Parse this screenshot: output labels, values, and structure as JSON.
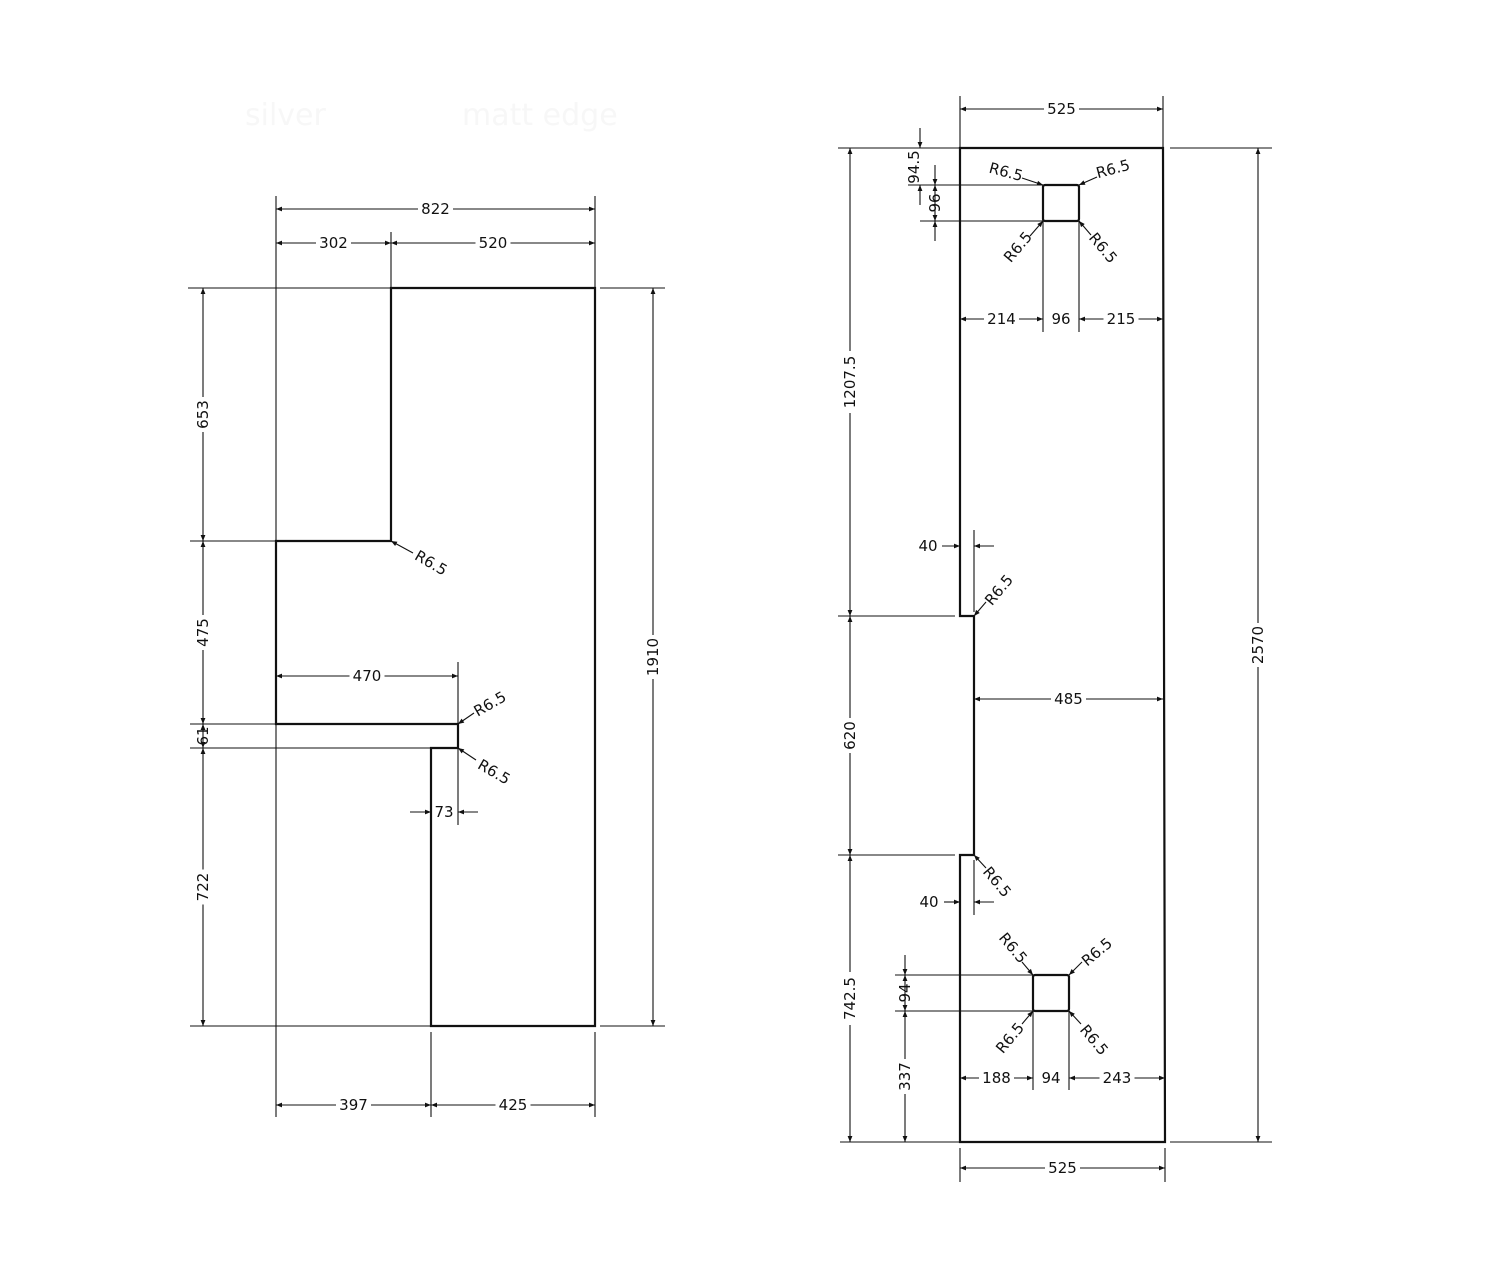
{
  "watermark": {
    "left": "silver",
    "right": "matt edge"
  },
  "radius_label": "R6.5",
  "left_panel": {
    "width_total": "822",
    "width_top_left": "302",
    "width_top_right": "520",
    "height_upper": "653",
    "height_middle": "475",
    "height_gap": "61",
    "height_lower": "722",
    "height_total": "1910",
    "shelf_width": "470",
    "notch_width": "73",
    "width_bottom_left": "397",
    "width_bottom_right": "425"
  },
  "right_panel": {
    "width_top": "525",
    "height_total": "2570",
    "height_upper": "1207.5",
    "height_middle": "620",
    "height_lower": "742.5",
    "top_hole_offset": "94.5",
    "top_hole_size_v": "96",
    "top_hole_left": "214",
    "top_hole_size_h": "96",
    "top_hole_right": "215",
    "notch_depth_top": "40",
    "middle_width": "485",
    "notch_depth_bottom": "40",
    "bottom_hole_size_v": "94",
    "bottom_hole_offset": "337",
    "bottom_hole_left": "188",
    "bottom_hole_size_h": "94",
    "bottom_hole_right": "243",
    "width_bottom": "525"
  }
}
